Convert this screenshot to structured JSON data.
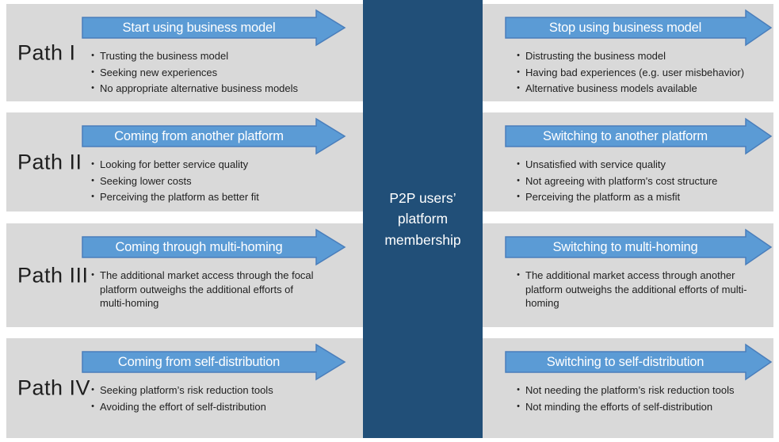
{
  "diagram": {
    "center_label": "P2P users’\nplatform\nmembership",
    "paths": [
      {
        "label": "Path I",
        "left": {
          "header": "Start using business model",
          "bullets": [
            "Trusting the business model",
            "Seeking new experiences",
            "No appropriate alternative business models"
          ]
        },
        "right": {
          "header": "Stop using business model",
          "bullets": [
            "Distrusting the business model",
            "Having bad experiences (e.g. user misbehavior)",
            "Alternative business models available"
          ]
        }
      },
      {
        "label": "Path II",
        "left": {
          "header": "Coming from another platform",
          "bullets": [
            "Looking for better service quality",
            "Seeking lower costs",
            "Perceiving the platform as better fit"
          ]
        },
        "right": {
          "header": "Switching to another platform",
          "bullets": [
            "Unsatisfied with service quality",
            "Not agreeing with platform's cost structure",
            "Perceiving the platform as a misfit"
          ]
        }
      },
      {
        "label": "Path III",
        "left": {
          "header": "Coming through multi-homing",
          "bullets": [
            "The additional market access through the focal platform outweighs the additional efforts of multi-homing"
          ]
        },
        "right": {
          "header": "Switching to multi-homing",
          "bullets": [
            "The additional market access through another platform outweighs the additional efforts of multi-homing"
          ]
        }
      },
      {
        "label": "Path IV",
        "left": {
          "header": "Coming from self-distribution",
          "bullets": [
            "Seeking platform’s risk reduction tools",
            "Avoiding the effort of self-distribution"
          ]
        },
        "right": {
          "header": "Switching to self-distribution",
          "bullets": [
            "Not needing the platform’s risk reduction tools",
            "Not minding the efforts of self-distribution"
          ]
        }
      }
    ]
  },
  "colors": {
    "band_background": "#d9d9d9",
    "arrow_fill": "#5b9bd5",
    "arrow_border": "#4a7ebb",
    "center_column": "#214f78",
    "header_text": "#ffffff",
    "body_text": "#212121"
  }
}
